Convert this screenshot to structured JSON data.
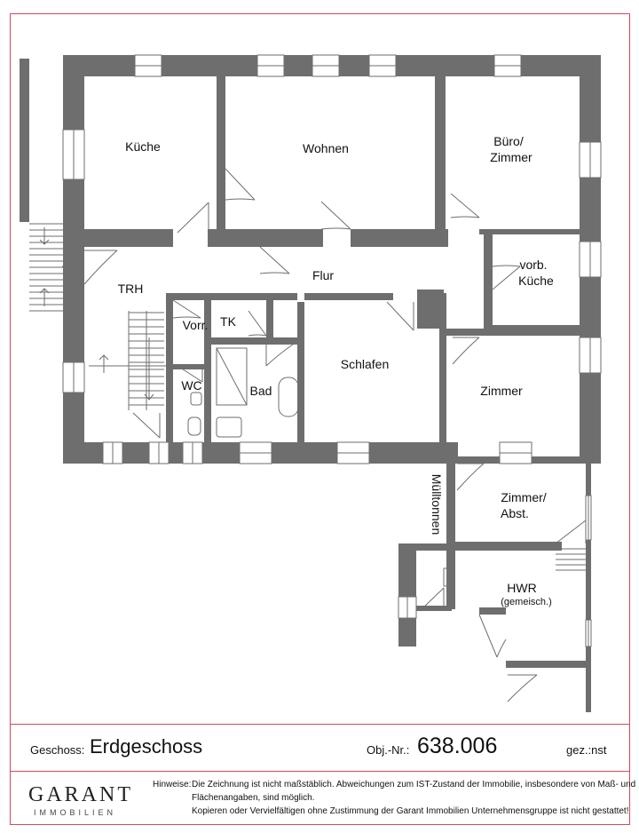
{
  "rooms": {
    "kueche": "Küche",
    "wohnen": "Wohnen",
    "buero_line1": "Büro/",
    "buero_line2": "Zimmer",
    "trh": "TRH",
    "flur": "Flur",
    "vorb_line1": "vorb.",
    "vorb_line2": "Küche",
    "vorr": "Vorr.",
    "tk": "TK",
    "schlafen": "Schlafen",
    "wc": "WC",
    "bad": "Bad",
    "zimmer": "Zimmer",
    "muelltonnen": "Mülltonnen",
    "zimmer_abst_line1": "Zimmer/",
    "zimmer_abst_line2": "Abst.",
    "hwr": "HWR",
    "hwr_sub": "(gemeisch.)"
  },
  "footer": {
    "geschoss_label": "Geschoss:",
    "geschoss_value": "Erdgeschoss",
    "obj_label": "Obj.-Nr.:",
    "obj_value": "638.006",
    "gez": "gez.:nst",
    "logo_main": "GARANT",
    "logo_sub": "IMMOBILIEN",
    "hinweise_label": "Hinweise:",
    "hinweise_line1": "Die Zeichnung ist nicht maßstäblich. Abweichungen zum IST-Zustand der Immobilie, insbesondere von Maß- und",
    "hinweise_line2": "Flächenangaben, sind möglich.",
    "hinweise_line3": "Kopieren oder Vervielfältigen ohne Zustimmung der Garant Immobilien Unternehmensgruppe ist nicht gestattet!"
  },
  "colors": {
    "wall": "#6e6e6e",
    "frame": "#d04a5a",
    "background": "#ffffff"
  }
}
